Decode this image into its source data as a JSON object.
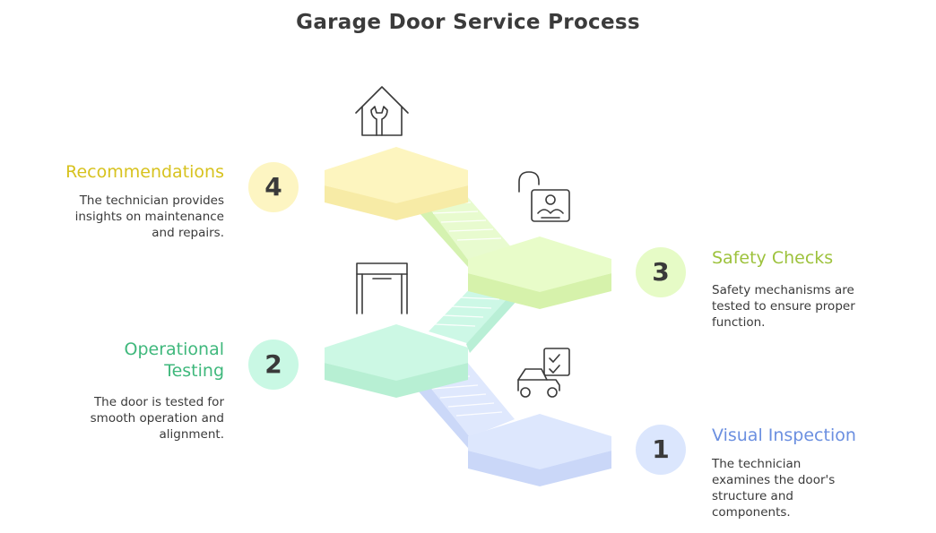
{
  "title": "Garage Door Service Process",
  "steps": [
    {
      "number": "1",
      "heading": "Visual Inspection",
      "description": "The technician examines the door's structure and components.",
      "color": "#6b8fe0",
      "fill": "#dbe6fd",
      "icon": "car-checklist-icon"
    },
    {
      "number": "2",
      "heading": "Operational Testing",
      "description": "The door is tested for smooth operation and alignment.",
      "color": "#3fb87c",
      "fill": "#c9f8e4",
      "icon": "door-frame-icon"
    },
    {
      "number": "3",
      "heading": "Safety Checks",
      "description": "Safety mechanisms are tested to ensure proper function.",
      "color": "#9dc23c",
      "fill": "#e6fbc6",
      "icon": "unlocked-safety-icon"
    },
    {
      "number": "4",
      "heading": "Recommendations",
      "description": "The technician provides insights on maintenance and repairs.",
      "color": "#d7c21e",
      "fill": "#fdf6c2",
      "icon": "house-wrench-icon"
    }
  ]
}
